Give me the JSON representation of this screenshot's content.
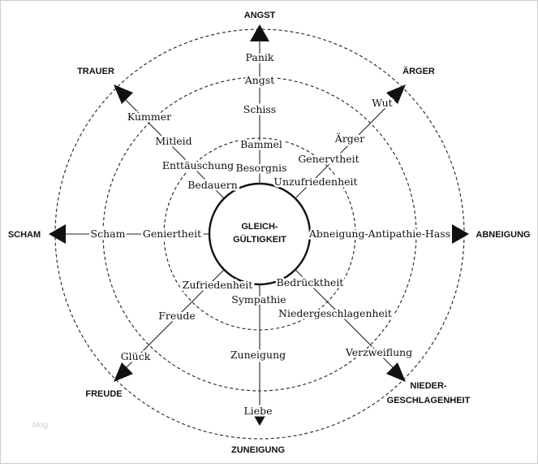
{
  "diagram": {
    "center_lines": [
      "GLEICH-",
      "GÜLTIGKEIT"
    ],
    "poles": {
      "top": "ANGST",
      "top_right": "ÄRGER",
      "right": "ABNEIGUNG",
      "bottom_right_lines": [
        "NIEDER-",
        "GESCHLAGENHEIT"
      ],
      "bottom": "ZUNEIGUNG",
      "bottom_left": "FREUDE",
      "left": "SCHAM",
      "top_left": "TRAUER"
    },
    "labels": {
      "panik": "Panik",
      "angst": "Angst",
      "schiss": "Schiss",
      "bammel": "Bammel",
      "besorgnis": "Besorgnis",
      "wut": "Wut",
      "aerger": "Ärger",
      "genervtheit": "Genervtheit",
      "unzufriedenheit": "Unzufriedenheit",
      "kummer": "Kummer",
      "mitleid": "Mitleid",
      "enttaeuschung": "Enttäuschung",
      "bedauern": "Bedauern",
      "scham": "Scham",
      "geniertheit": "Geniertheit",
      "abneigung_row": "Abneigung-Antipathie-Hass",
      "zufriedenheit": "Zufriedenheit",
      "freude": "Freude",
      "glueck": "Glück",
      "sympathie": "Sympathie",
      "zuneigung": "Zuneigung",
      "liebe": "Liebe",
      "bedruecktheit": "Bedrücktheit",
      "niedergeschlagenheit": "Niedergeschlagenheit",
      "verzweiflung": "Verzweiflung"
    },
    "watermark": "blog"
  }
}
